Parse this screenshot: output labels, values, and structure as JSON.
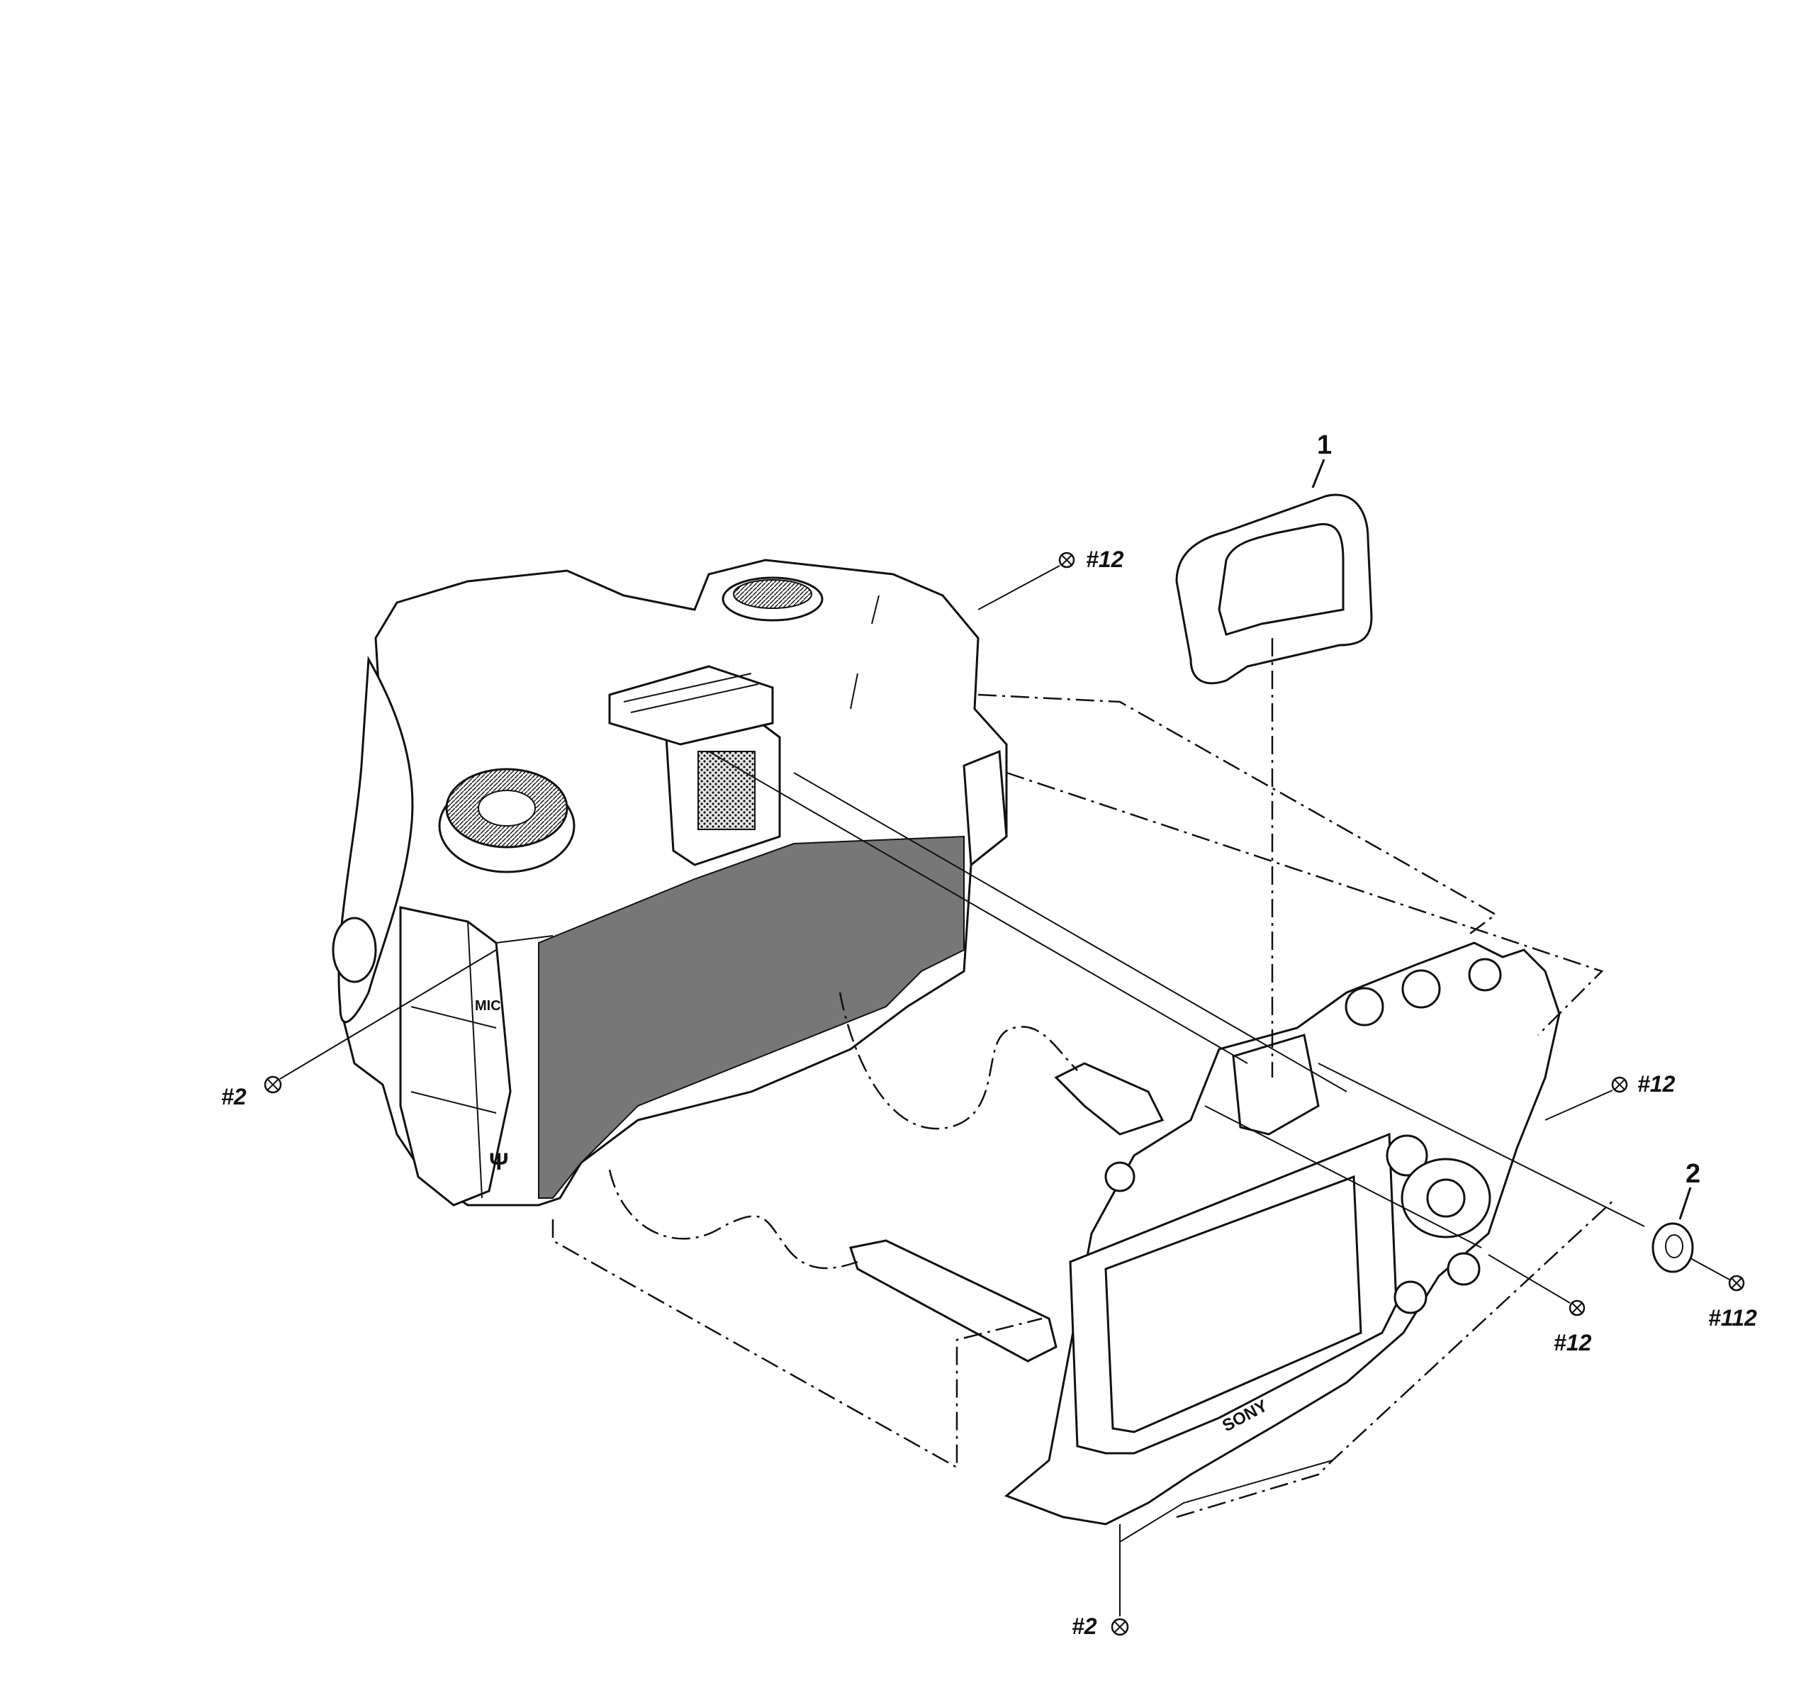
{
  "labels": {
    "part_1": "1",
    "part_2": "2",
    "screw_top": "#12",
    "screw_right": "#12",
    "screw_lower": "#12",
    "screw_left": "#2",
    "screw_bottom": "#2",
    "screw_knob": "#112"
  },
  "printed_marks": {
    "brand": "SONY",
    "mic": "MIC",
    "usb_symbol": "Ψ"
  }
}
